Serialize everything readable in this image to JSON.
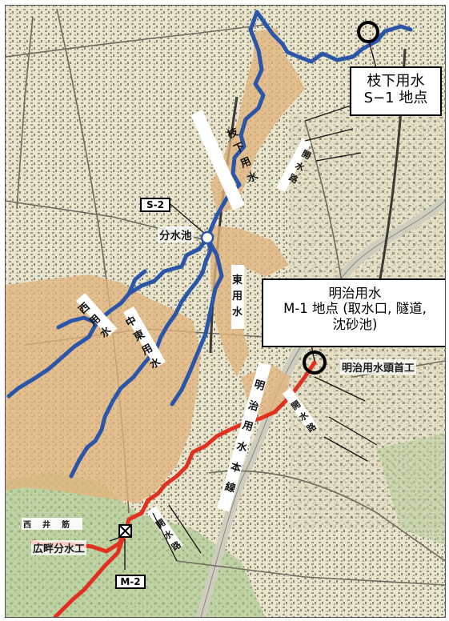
{
  "callout_s1": {
    "line1": "枝下用水",
    "line2": "S−1 地点"
  },
  "callout_m1": {
    "line1": "明治用水",
    "line2": "M-1 地点 (取水口, 隧道,",
    "line3": "沈砂池)"
  },
  "markers": {
    "s2": "S-2",
    "m2": "M-2"
  },
  "places": {
    "bunsuichi": "分水池",
    "toushukou": "明治用水頭首工",
    "hiroaze": "広畔分水工",
    "nishiisuji": "西井筋"
  },
  "canals": {
    "edashita": [
      "枝",
      "下",
      "用",
      "水"
    ],
    "kaisuiro1": [
      "開",
      "水",
      "路"
    ],
    "higashi": [
      "東",
      "用",
      "水"
    ],
    "nishi": [
      "西",
      "用",
      "水"
    ],
    "chuuto": [
      "中",
      "東",
      "用",
      "水"
    ],
    "meiji_main": [
      "明",
      "治",
      "用",
      "水",
      "本",
      "線"
    ],
    "kaisuiro2": [
      "開",
      "水",
      "路"
    ],
    "kaisuiro3": [
      "開",
      "水",
      "路"
    ]
  },
  "colors": {
    "blue_canal": "#2a55a8",
    "red_canal": "#e0301f",
    "irrigated_area": "#e2b47c",
    "map_background": "#ece7d2",
    "forest": "#b9cf9e"
  },
  "icons": {
    "s1_marker": "ring-marker-icon",
    "m1_marker": "ring-marker-icon",
    "bunsuichi_marker": "circle-node-icon",
    "hiroaze_marker": "crossed-box-icon"
  }
}
